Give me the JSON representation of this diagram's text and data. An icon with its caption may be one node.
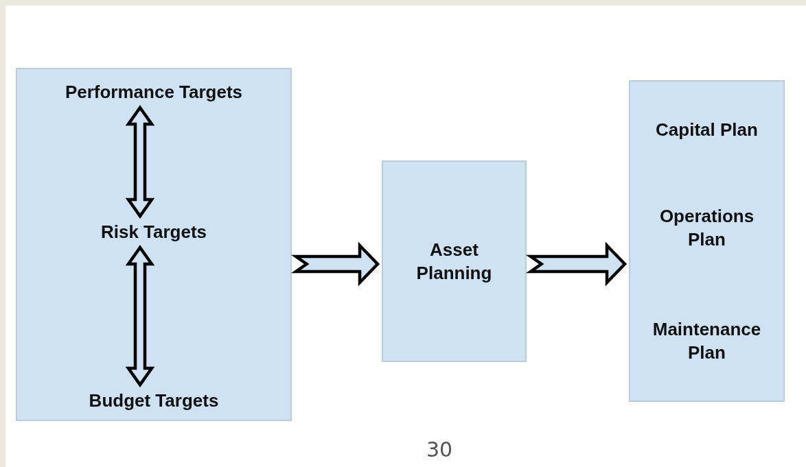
{
  "diagram": {
    "nodes": [
      {
        "text": [],
        "shape": "box"
      },
      {
        "text": [
          "Performance Targets"
        ],
        "in": 0
      },
      {
        "text": [
          "Risk Targets"
        ],
        "in": 0
      },
      {
        "text": [
          "Budget Targets"
        ],
        "in": 0
      },
      {
        "text": [
          "Asset Planning"
        ]
      },
      {
        "text": [],
        "shape": "box"
      },
      {
        "text": [
          "Capital Plan"
        ],
        "in": 5
      },
      {
        "text": [
          "Operations Plan"
        ],
        "in": 5
      },
      {
        "text": [
          "Maintenance Plan"
        ],
        "in": 5
      }
    ],
    "edges": [
      {
        "from": 1,
        "to": 2,
        "arrow": "both"
      },
      {
        "from": 2,
        "to": 3,
        "arrow": "both"
      },
      {
        "from": 0,
        "to": 4,
        "arrow": "to"
      },
      {
        "from": 4,
        "to": 5,
        "arrow": "to"
      }
    ],
    "labels": [
      "30"
    ]
  }
}
